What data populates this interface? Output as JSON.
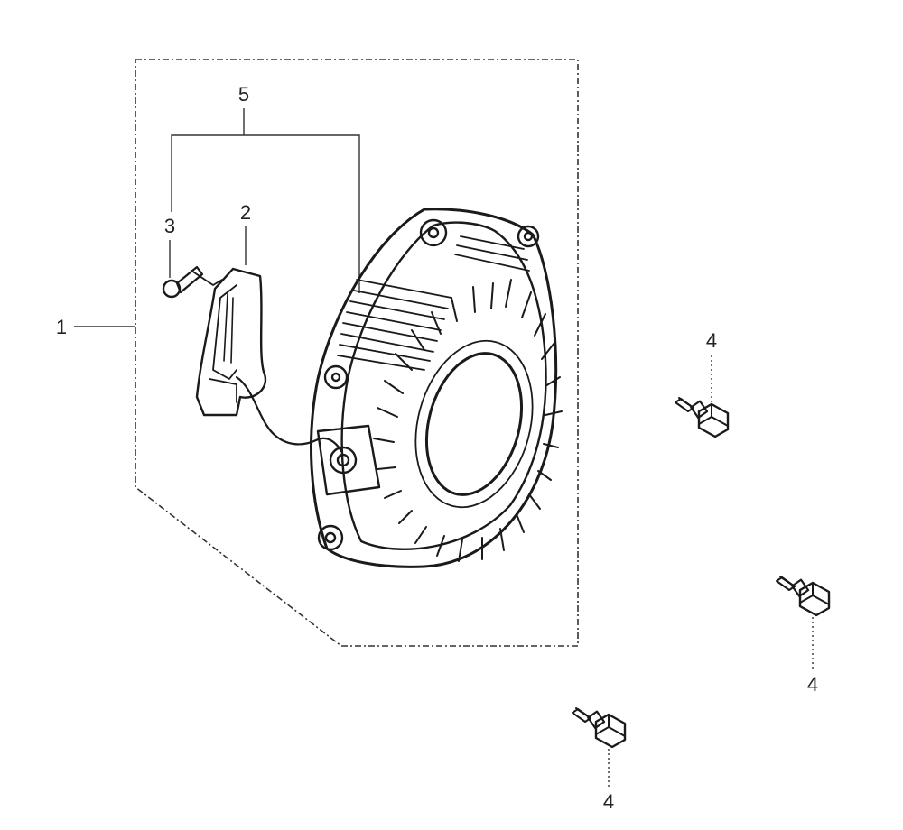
{
  "callouts": {
    "assembly": "1",
    "grip": "2",
    "fastener": "3",
    "grip_set": "5",
    "bolt_a": "4",
    "bolt_b": "4",
    "bolt_c": "4"
  }
}
